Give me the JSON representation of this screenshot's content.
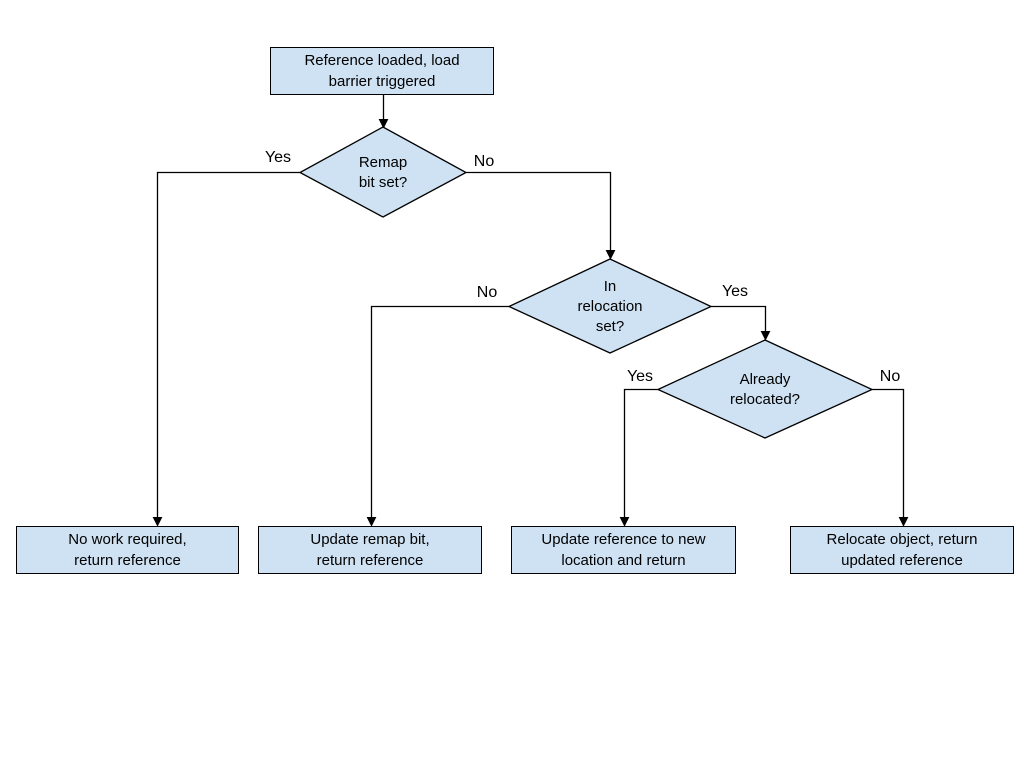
{
  "diagram": {
    "colors": {
      "node_fill": "#cfe2f3",
      "node_stroke": "#000000",
      "text": "#000000",
      "background": "#ffffff"
    },
    "nodes": {
      "start": {
        "type": "process",
        "label": "Reference loaded, load barrier triggered",
        "lines": [
          "Reference loaded, load",
          "barrier triggered"
        ]
      },
      "remap_bit_set": {
        "type": "decision",
        "label": "Remap bit set?",
        "lines": [
          "Remap",
          "bit set?"
        ]
      },
      "in_relocation_set": {
        "type": "decision",
        "label": "In relocation set?",
        "lines": [
          "In",
          "relocation",
          "set?"
        ]
      },
      "already_relocated": {
        "type": "decision",
        "label": "Already relocated?",
        "lines": [
          "Already",
          "relocated?"
        ]
      },
      "no_work": {
        "type": "terminal",
        "label": "No work required, return reference",
        "lines": [
          "No work required,",
          "return reference"
        ]
      },
      "update_remap_bit": {
        "type": "terminal",
        "label": "Update remap bit, return reference",
        "lines": [
          "Update remap bit,",
          "return reference"
        ]
      },
      "update_reference": {
        "type": "terminal",
        "label": "Update reference to new location and return",
        "lines": [
          "Update reference to new",
          "location and return"
        ]
      },
      "relocate_object": {
        "type": "terminal",
        "label": "Relocate object, return updated reference",
        "lines": [
          "Relocate object, return",
          "updated reference"
        ]
      }
    },
    "edges": [
      {
        "from": "start",
        "to": "remap_bit_set",
        "label": ""
      },
      {
        "from": "remap_bit_set",
        "to": "no_work",
        "label": "Yes"
      },
      {
        "from": "remap_bit_set",
        "to": "in_relocation_set",
        "label": "No"
      },
      {
        "from": "in_relocation_set",
        "to": "update_remap_bit",
        "label": "No"
      },
      {
        "from": "in_relocation_set",
        "to": "already_relocated",
        "label": "Yes"
      },
      {
        "from": "already_relocated",
        "to": "update_reference",
        "label": "Yes"
      },
      {
        "from": "already_relocated",
        "to": "relocate_object",
        "label": "No"
      }
    ]
  }
}
